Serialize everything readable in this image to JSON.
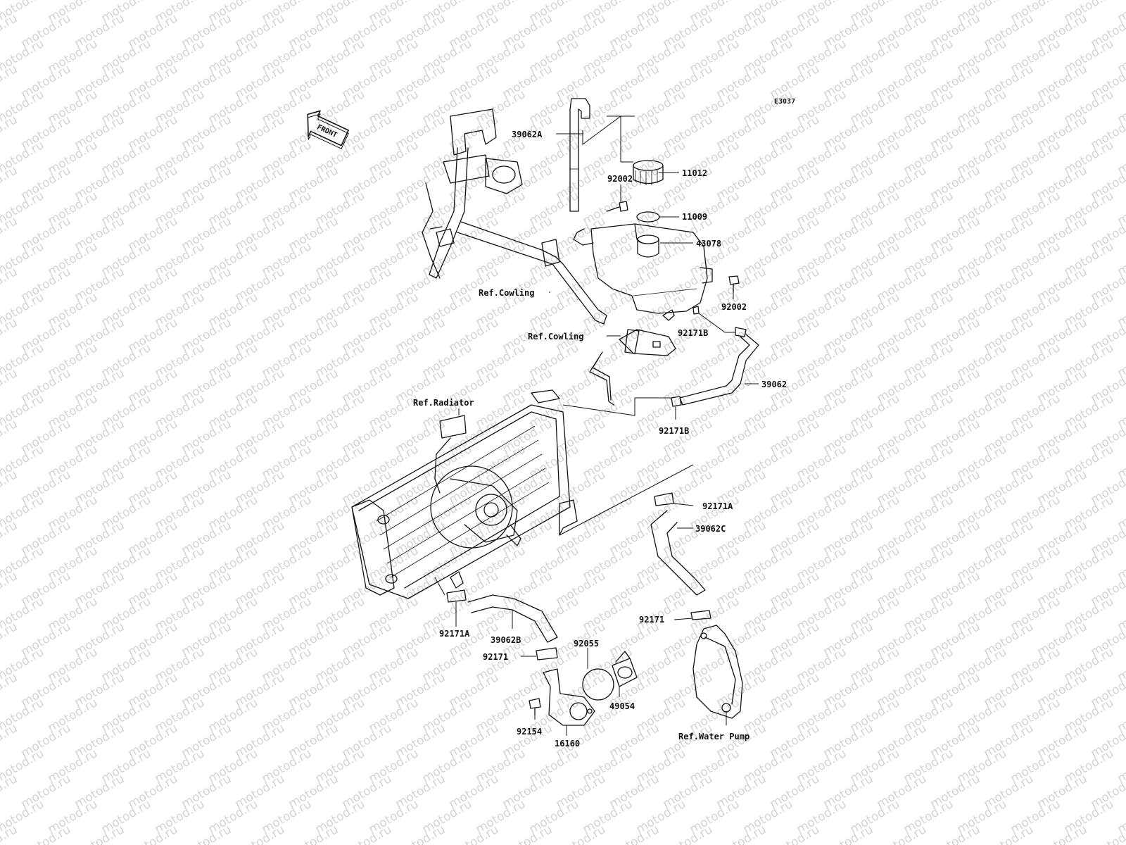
{
  "diagram_code": "E3037",
  "front_arrow": "FRONT",
  "watermark": "motod.ru",
  "labels": {
    "p39062A": "39062A",
    "p92002_top": "92002",
    "p11012": "11012",
    "p11009": "11009",
    "p43078": "43078",
    "ref_cowling_1": "Ref.Cowling",
    "p92002_right": "92002",
    "ref_cowling_2": "Ref.Cowling",
    "p92171B_upper": "92171B",
    "p39062": "39062",
    "ref_radiator": "Ref.Radiator",
    "p92171B_lower": "92171B",
    "p92171A_right": "92171A",
    "p39062C": "39062C",
    "p92171_right": "92171",
    "p92171A_left": "92171A",
    "p39062B": "39062B",
    "p92055": "92055",
    "p92171_left": "92171",
    "p49054": "49054",
    "p92154": "92154",
    "p16160": "16160",
    "ref_water_pump": "Ref.Water Pump"
  },
  "colors": {
    "line": "#111111",
    "watermark": "#d4d4d4",
    "background": "#ffffff"
  }
}
